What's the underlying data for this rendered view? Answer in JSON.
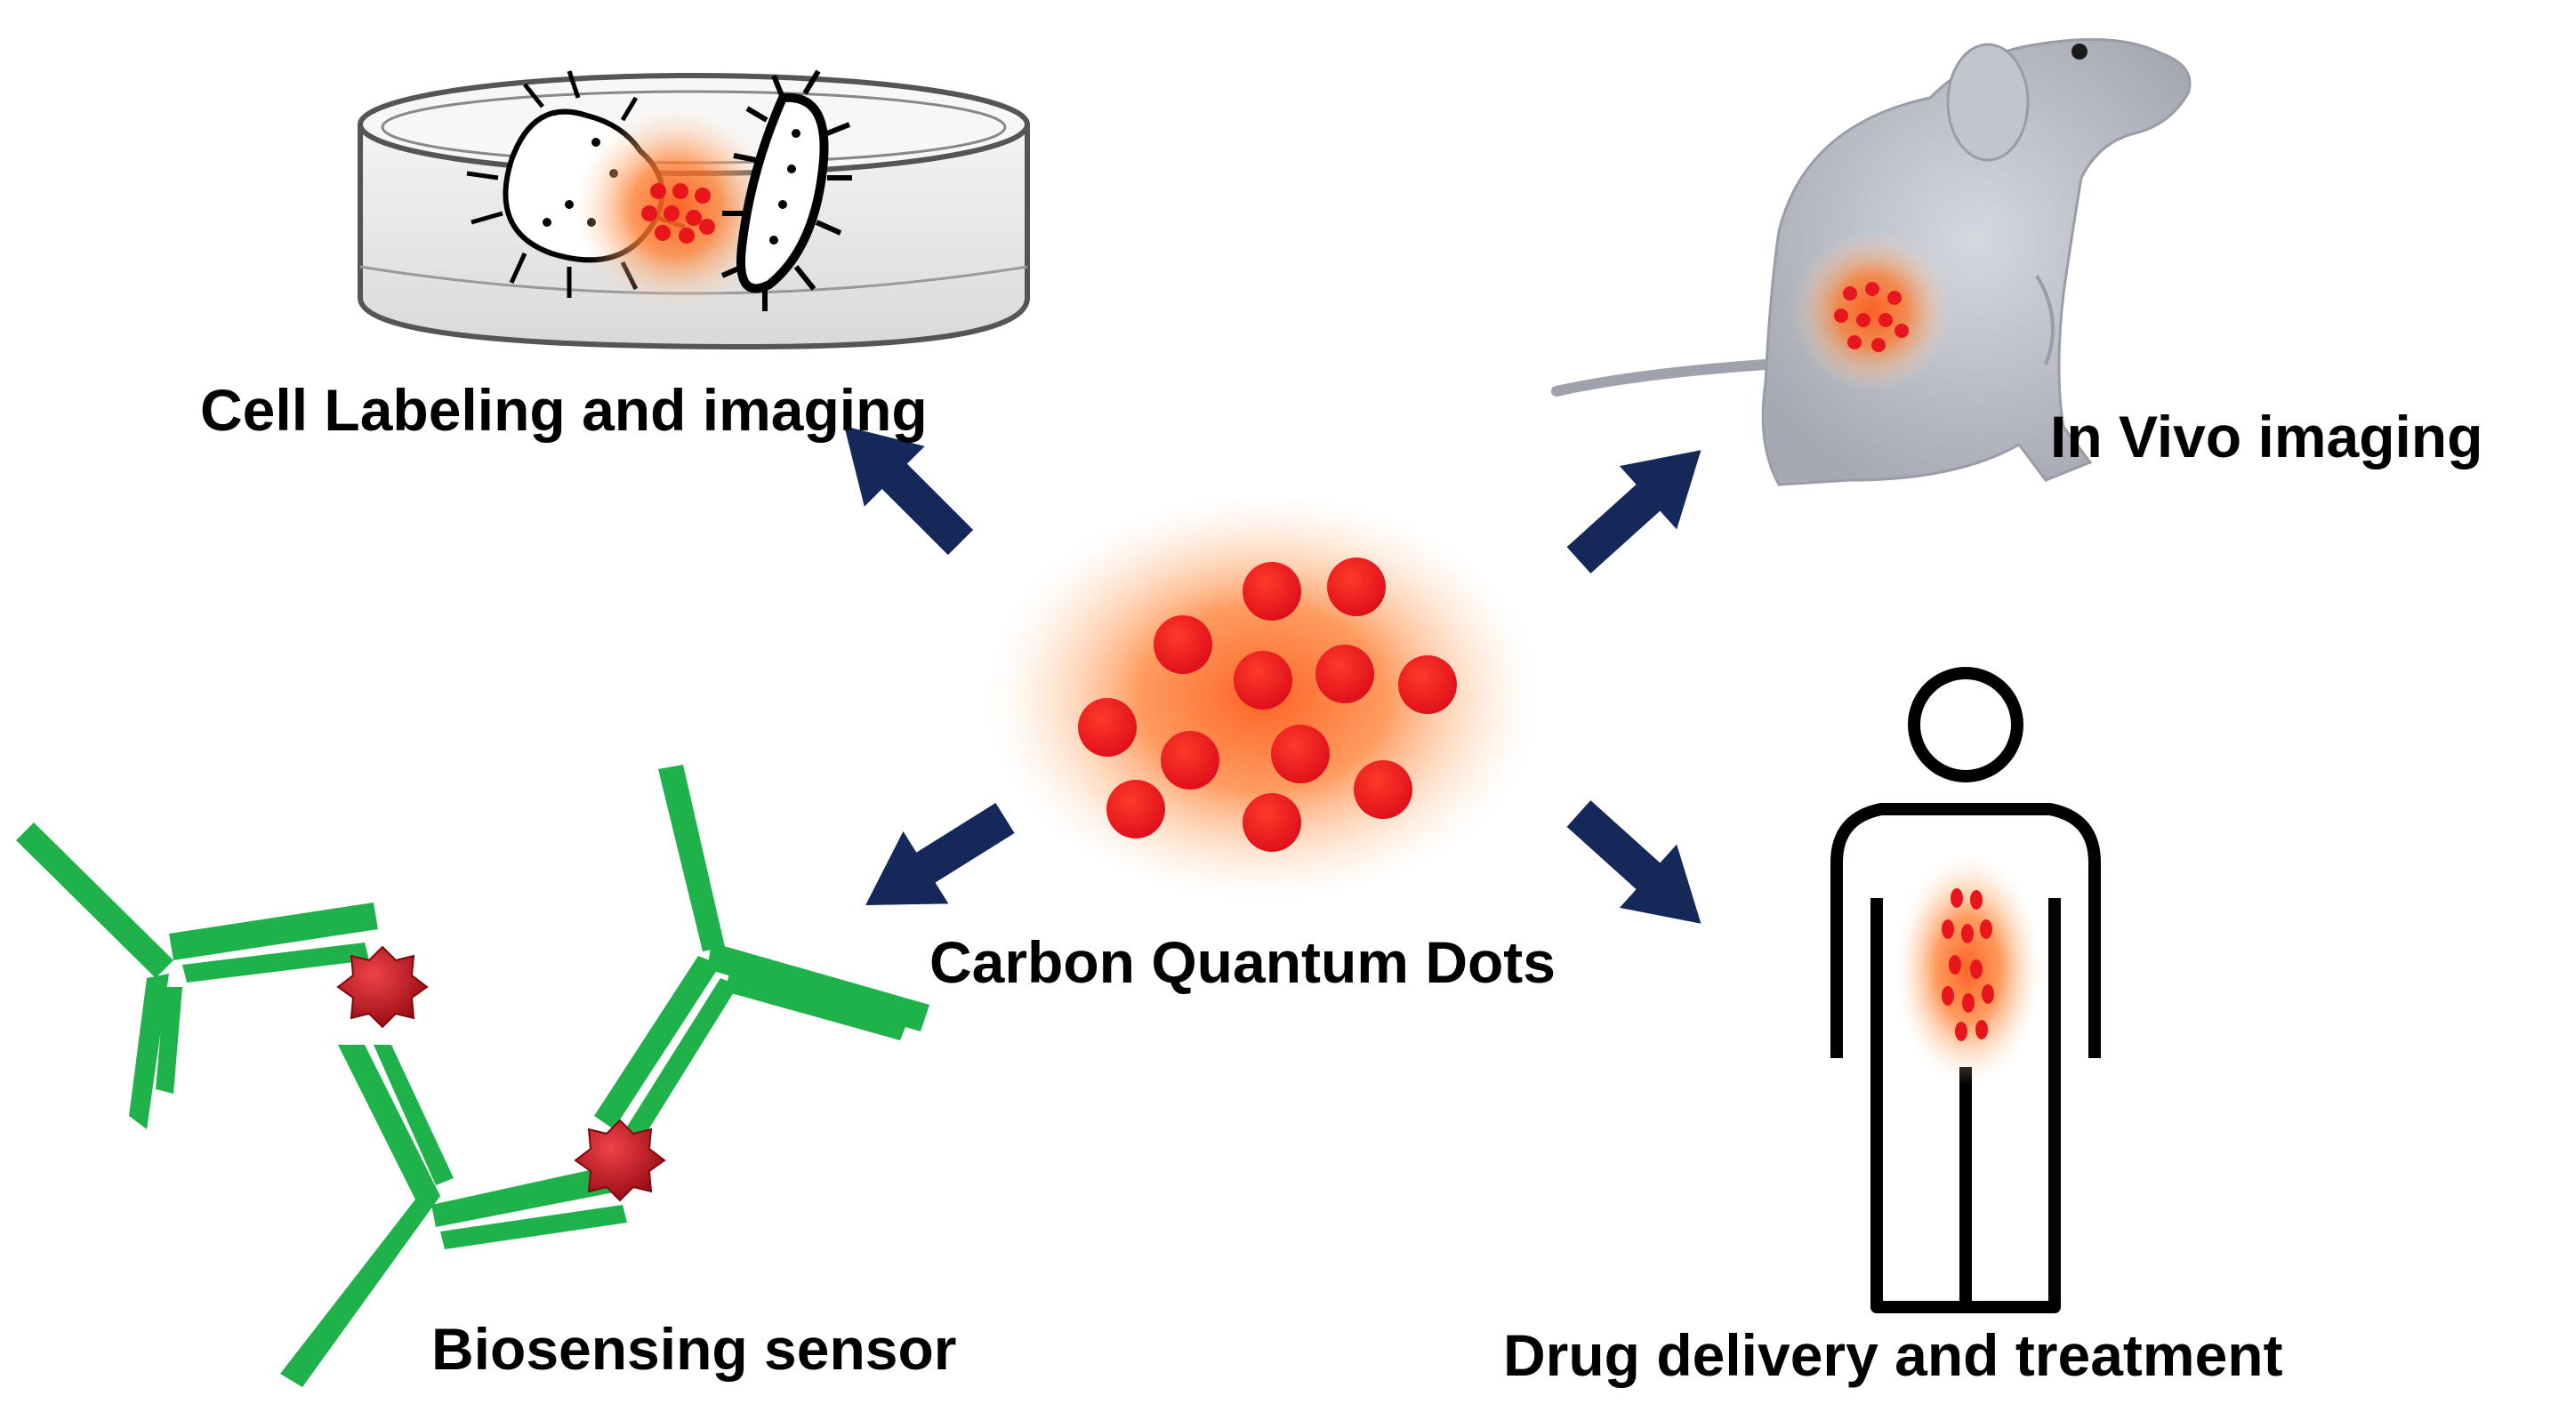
{
  "center": {
    "label": "Carbon Quantum Dots"
  },
  "applications": [
    {
      "id": "cell-labeling",
      "label": "Cell Labeling and imaging"
    },
    {
      "id": "in-vivo",
      "label": "In Vivo imaging"
    },
    {
      "id": "biosensing",
      "label": "Biosensing sensor"
    },
    {
      "id": "drug-delivery",
      "label": "Drug delivery and treatment"
    }
  ],
  "colors": {
    "arrow": "#14285a",
    "dot": "#ee1c1c",
    "glow": "#ff7a2a",
    "antibody": "#1fb24a",
    "antigen": "#c8161d",
    "mouse": "#b9bcc6",
    "outline": "#000000"
  }
}
